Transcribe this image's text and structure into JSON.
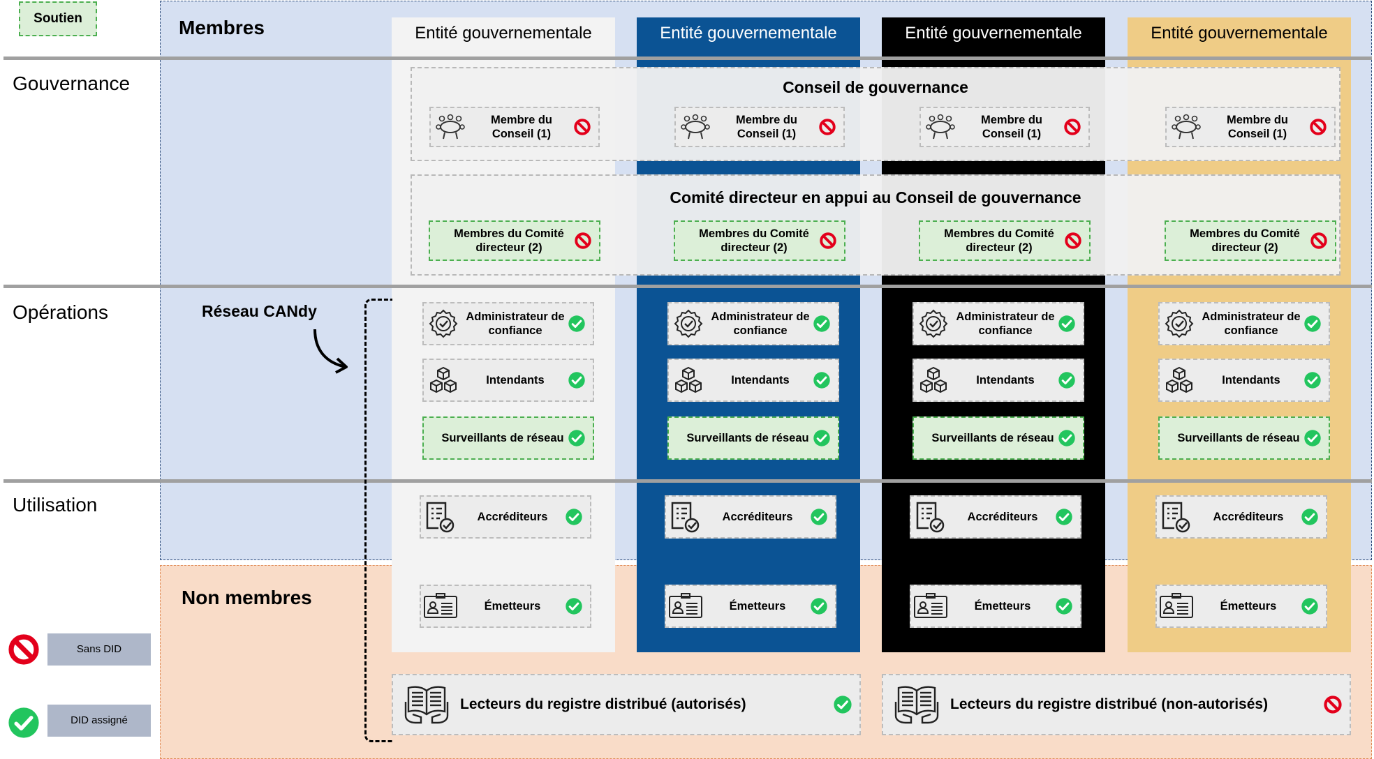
{
  "legend": {
    "soutien_label": "Soutien",
    "no_did_label": "Sans DID",
    "did_label": "DID assigné"
  },
  "regions": {
    "members_title": "Membres",
    "non_members_title": "Non membres"
  },
  "rows": {
    "governance": "Gouvernance",
    "operations": "Opérations",
    "usage": "Utilisation"
  },
  "network_label": "Réseau CANdy",
  "columns": [
    {
      "title": "Entité gouvernementale",
      "bg": "#f3f3f3",
      "text": "#000000"
    },
    {
      "title": "Entité gouvernementale",
      "bg": "#0b5394",
      "text": "#ffffff"
    },
    {
      "title": "Entité gouvernementale",
      "bg": "#000000",
      "text": "#ffffff"
    },
    {
      "title": "Entité gouvernementale",
      "bg": "#efcc86",
      "text": "#000000"
    }
  ],
  "council": {
    "title": "Conseil de gouvernance",
    "member_label": "Membre du Conseil (1)",
    "member_icon": "meeting-table-icon",
    "status": "no-did"
  },
  "committee": {
    "title": "Comité directeur en appui au Conseil de gouvernance",
    "member_label": "Membres du Comité directeur (2)",
    "status": "no-did"
  },
  "operations_roles": [
    {
      "label": "Administrateur de confiance",
      "icon": "badge-check-icon",
      "status": "did",
      "support": false
    },
    {
      "label": "Intendants",
      "icon": "cubes-icon",
      "status": "did",
      "support": false
    },
    {
      "label": "Surveillants de réseau",
      "icon": "",
      "status": "did",
      "support": true
    }
  ],
  "usage_roles": [
    {
      "label": "Accréditeurs",
      "icon": "checklist-icon",
      "status": "did"
    },
    {
      "label": "Émetteurs",
      "icon": "id-card-icon",
      "status": "did"
    }
  ],
  "readers": [
    {
      "label": "Lecteurs du registre distribué (autorisés)",
      "icon": "open-book-hands-icon",
      "status": "did"
    },
    {
      "label": "Lecteurs du registre distribué (non-autorisés)",
      "icon": "open-book-hands-icon",
      "status": "no-did"
    }
  ],
  "colors": {
    "members_region": "#d6e0f2",
    "non_members_region": "#f9dcc8",
    "did_green": "#22c55e",
    "no_did_red": "#e3001b",
    "support_green": "#dcefd8"
  }
}
